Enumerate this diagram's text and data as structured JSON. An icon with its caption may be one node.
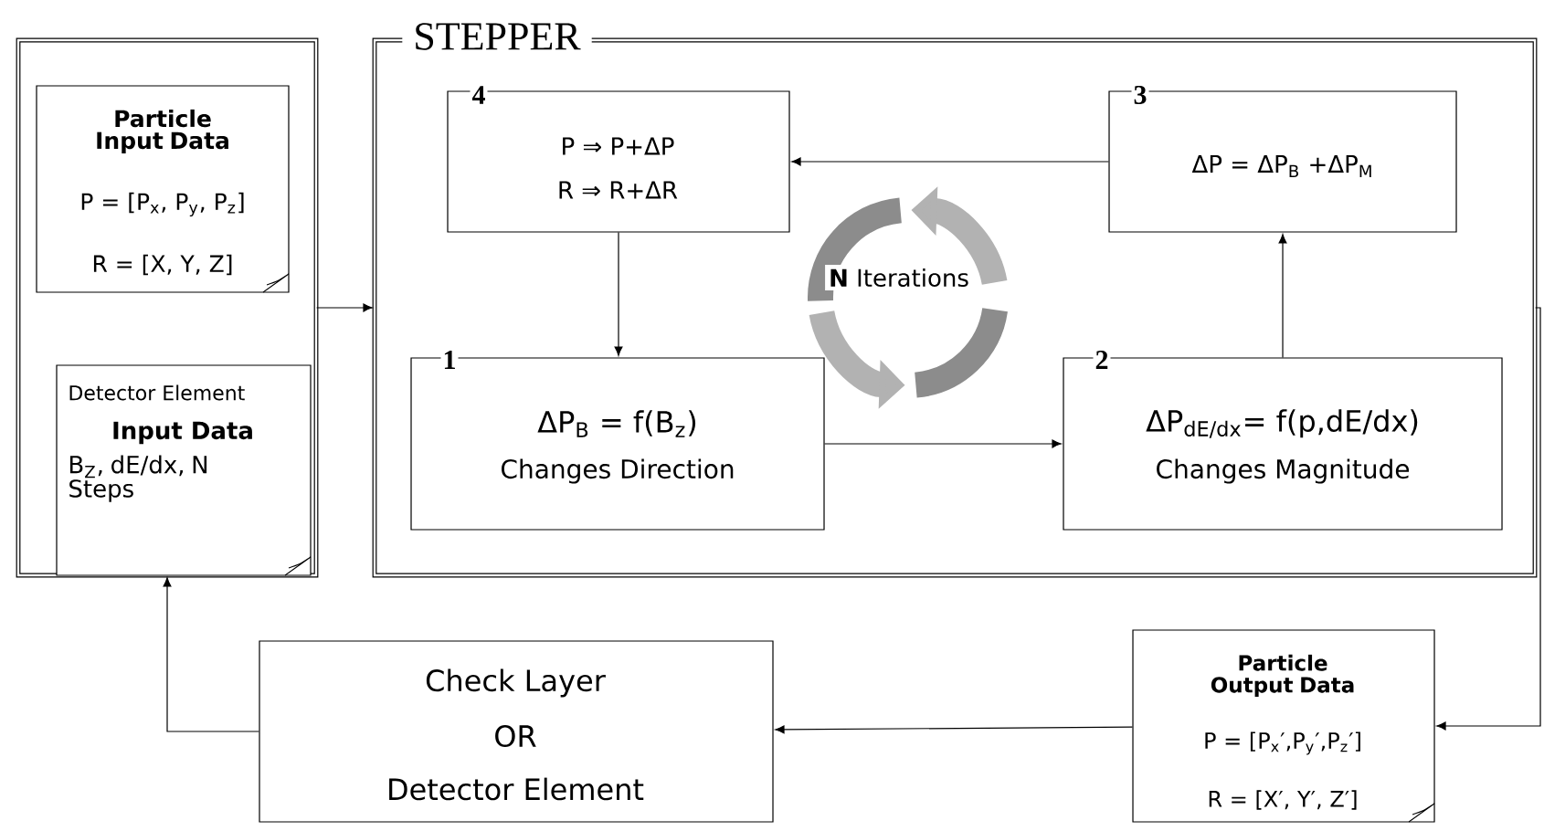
{
  "diagram": {
    "nodes": [
      {
        "text": [],
        "shape": "box"
      },
      {
        "text": [
          "Particle Input Data",
          "P = [P$_{x}$, P$_{y}$, P$_{z}$]",
          "R = [X, Y, Z]"
        ],
        "in": 0
      },
      {
        "text": [
          "Detector Element",
          "Input Data",
          "B$_{Z}$, dE/dx, N Steps"
        ],
        "in": 0
      },
      {
        "text": [
          "STEPPER"
        ]
      },
      {
        "text": [
          "4",
          "P ⇒ P+ΔP",
          "R ⇒ R+ΔR"
        ],
        "in": 3
      },
      {
        "text": [
          "3",
          "ΔP = ΔP$_{B}$ +ΔP$_{M}$"
        ],
        "in": 3
      },
      {
        "text": [
          "1",
          "ΔP$_{B}$ = f(B$_{z}$)",
          "Changes Direction"
        ],
        "in": 3
      },
      {
        "text": [
          "2",
          "ΔP$_{dE/dx}$= f(p,dE/dx)",
          "Changes Magnitude"
        ],
        "in": 3
      },
      {
        "text": [
          "Check Layer",
          "OR",
          "Detector Element"
        ]
      },
      {
        "text": [
          "Particle Output Data",
          "P = [P$_{x}$′,P$_{y}$′,P$_{z}$′]",
          "R = [X′, Y′, Z′]"
        ]
      }
    ],
    "edges": [
      {
        "from": 0,
        "to": 3,
        "arrow": "to"
      },
      {
        "from": 5,
        "to": 4,
        "arrow": "to"
      },
      {
        "from": 4,
        "to": 6,
        "arrow": "to"
      },
      {
        "from": 6,
        "to": 7,
        "arrow": "to"
      },
      {
        "from": 7,
        "to": 5,
        "arrow": "to"
      },
      {
        "from": 3,
        "to": 9,
        "arrow": "to"
      },
      {
        "from": 9,
        "to": 8,
        "arrow": "to"
      },
      {
        "from": 8,
        "to": 0,
        "arrow": "to"
      }
    ],
    "labels": [
      "**N** Iterations"
    ]
  }
}
